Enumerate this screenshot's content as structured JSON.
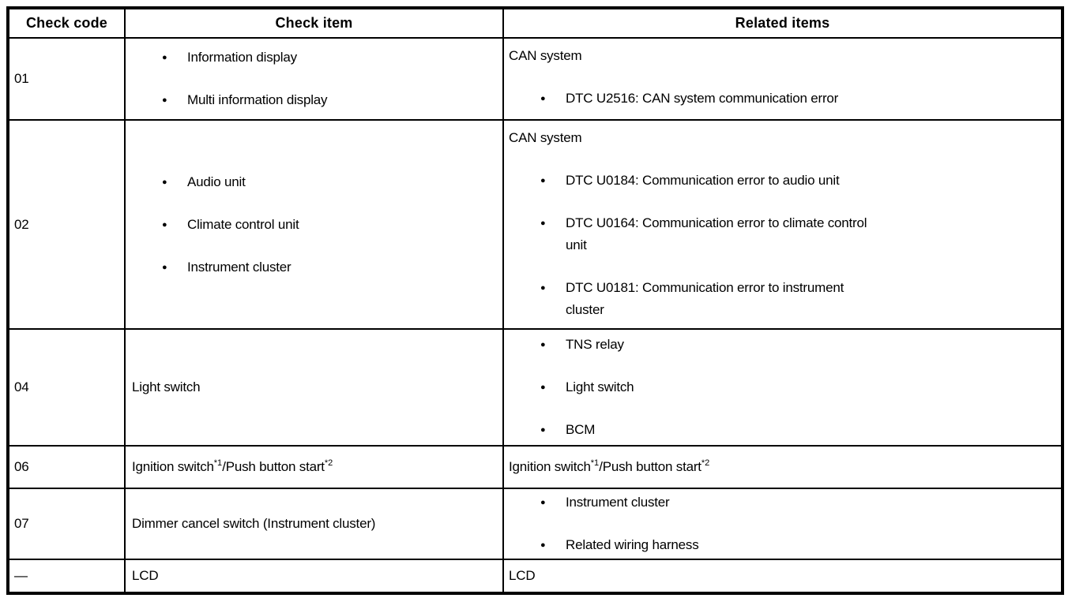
{
  "icons": {
    "bullet": "●"
  },
  "colors": {
    "border": "#000000",
    "text": "#000000",
    "background": "#ffffff"
  },
  "table": {
    "headers": {
      "code": "Check code",
      "item": "Check item",
      "related": "Related items"
    },
    "rows": [
      {
        "code": "01",
        "item": {
          "bullets": [
            "Information display",
            "Multi information display"
          ]
        },
        "related": {
          "intro": "CAN system",
          "bullets": [
            "DTC U2516: CAN system communication error"
          ]
        }
      },
      {
        "code": "02",
        "item": {
          "bullets": [
            "Audio unit",
            "Climate control unit",
            "Instrument cluster"
          ]
        },
        "related": {
          "intro": "CAN system",
          "bullets": [
            "DTC U0184: Communication error to audio unit",
            "DTC U0164: Communication error to climate control\nunit",
            "DTC U0181: Communication error to instrument\ncluster"
          ]
        }
      },
      {
        "code": "04",
        "item": {
          "text": "Light switch"
        },
        "related": {
          "bullets": [
            "TNS relay",
            "Light switch",
            "BCM"
          ]
        }
      },
      {
        "code": "06",
        "item": {
          "parts": [
            "Ignition switch",
            "*1",
            "/Push button start",
            "*2"
          ]
        },
        "related": {
          "parts": [
            "Ignition switch",
            "*1",
            "/Push button start",
            "*2"
          ]
        }
      },
      {
        "code": "07",
        "item": {
          "text": "Dimmer cancel switch (Instrument cluster)"
        },
        "related": {
          "bullets": [
            "Instrument cluster",
            "Related wiring harness"
          ]
        }
      },
      {
        "code": "—",
        "item": {
          "text": "LCD"
        },
        "related": {
          "text": "LCD"
        }
      }
    ]
  }
}
